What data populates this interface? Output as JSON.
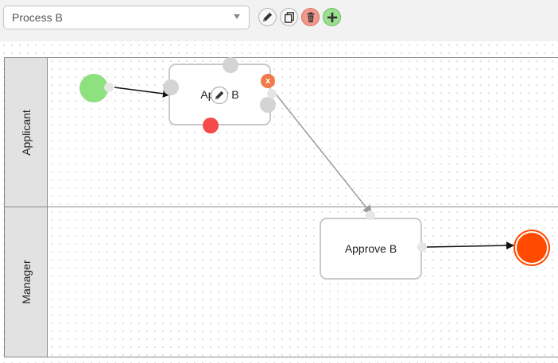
{
  "toolbar": {
    "process_select": {
      "value": "Process B",
      "caret_icon": "chevron-down-icon"
    },
    "buttons": [
      {
        "name": "edit-process-button",
        "icon": "pencil-icon"
      },
      {
        "name": "copy-process-button",
        "icon": "copy-icon"
      },
      {
        "name": "delete-process-button",
        "icon": "trash-icon",
        "color": "#f19a8c"
      },
      {
        "name": "add-process-button",
        "icon": "plus-icon",
        "color": "#9be08f"
      }
    ]
  },
  "diagram": {
    "lanes": [
      {
        "label": "Applicant"
      },
      {
        "label": "Manager"
      }
    ],
    "tasks": [
      {
        "label": "Apply B",
        "state": "selected"
      },
      {
        "label": "Approve B"
      }
    ],
    "start_event": {
      "color": "#8fe07f"
    },
    "end_event": {
      "color": "#ff4a00"
    },
    "selected_task_tools": {
      "edit_icon": "pencil-icon",
      "remove_label": "x",
      "remove_color": "#f07a48",
      "delete_handle_color": "#f44a4a"
    },
    "flow_colors": {
      "active": "#111111",
      "inactive": "#9a9a9a"
    }
  }
}
